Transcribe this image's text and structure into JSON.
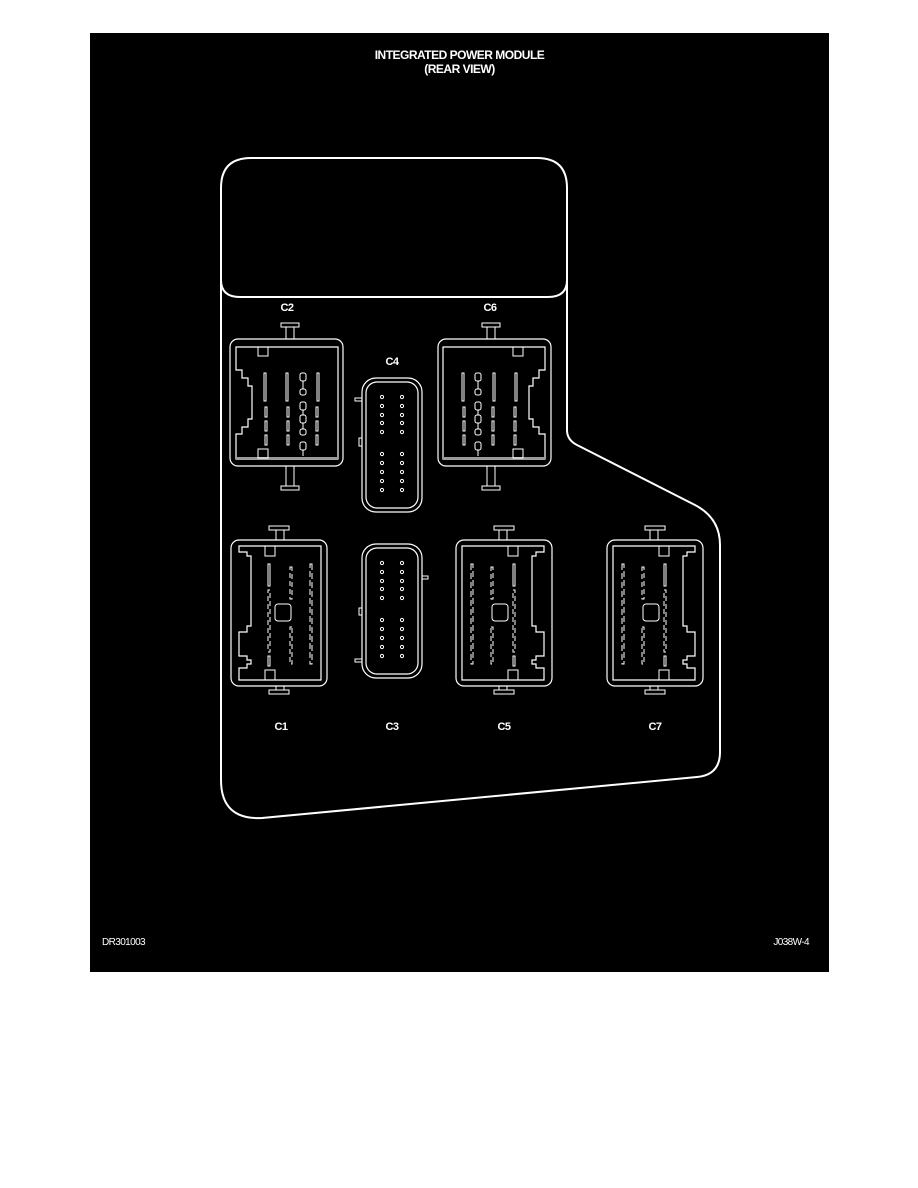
{
  "title": {
    "line1": "INTEGRATED POWER MODULE",
    "line2": "(REAR VIEW)"
  },
  "footer": {
    "left_code": "DR301003",
    "right_code": "J038W-4"
  },
  "connectors": [
    {
      "id": "C1",
      "label": "C1",
      "type": "large-keyed"
    },
    {
      "id": "C2",
      "label": "C2",
      "type": "large-power"
    },
    {
      "id": "C3",
      "label": "C3",
      "type": "20-pin-oval"
    },
    {
      "id": "C4",
      "label": "C4",
      "type": "20-pin-oval"
    },
    {
      "id": "C5",
      "label": "C5",
      "type": "large-keyed"
    },
    {
      "id": "C6",
      "label": "C6",
      "type": "large-power"
    },
    {
      "id": "C7",
      "label": "C7",
      "type": "large-keyed"
    }
  ],
  "colors": {
    "background": "#000000",
    "lines": "#ffffff",
    "accent_gray": "#9a9a9a",
    "page": "#ffffff"
  }
}
